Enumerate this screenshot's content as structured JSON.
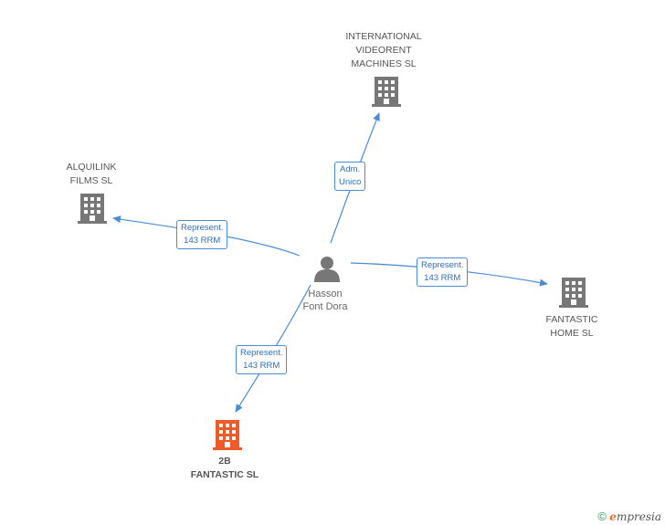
{
  "center": {
    "name_line1": "Hasson",
    "name_line2": "Font Dora",
    "icon": "person-icon"
  },
  "companies": [
    {
      "id": "international",
      "line1": "INTERNATIONAL",
      "line2": "VIDEORENT",
      "line3": "MACHINES SL",
      "icon": "building-icon",
      "color": "#777777"
    },
    {
      "id": "alquilink",
      "line1": "ALQUILINK",
      "line2": "FILMS SL",
      "line3": "",
      "icon": "building-icon",
      "color": "#777777"
    },
    {
      "id": "fantastic_home",
      "line1": "FANTASTIC",
      "line2": "HOME SL",
      "line3": "",
      "icon": "building-icon",
      "color": "#777777"
    },
    {
      "id": "2b_fantastic",
      "line1": "2B",
      "line2": "FANTASTIC SL",
      "line3": "",
      "icon": "building-icon",
      "color": "#f05a28"
    }
  ],
  "relations": [
    {
      "to": "international",
      "line1": "Adm.",
      "line2": "Unico"
    },
    {
      "to": "alquilink",
      "line1": "Represent.",
      "line2": "143 RRM"
    },
    {
      "to": "fantastic_home",
      "line1": "Represent.",
      "line2": "143 RRM"
    },
    {
      "to": "2b_fantastic",
      "line1": "Represent.",
      "line2": "143 RRM"
    }
  ],
  "edge_color": "#4a8bd4",
  "brand": {
    "copyright": "©",
    "e": "e",
    "rest": "mpresia"
  }
}
